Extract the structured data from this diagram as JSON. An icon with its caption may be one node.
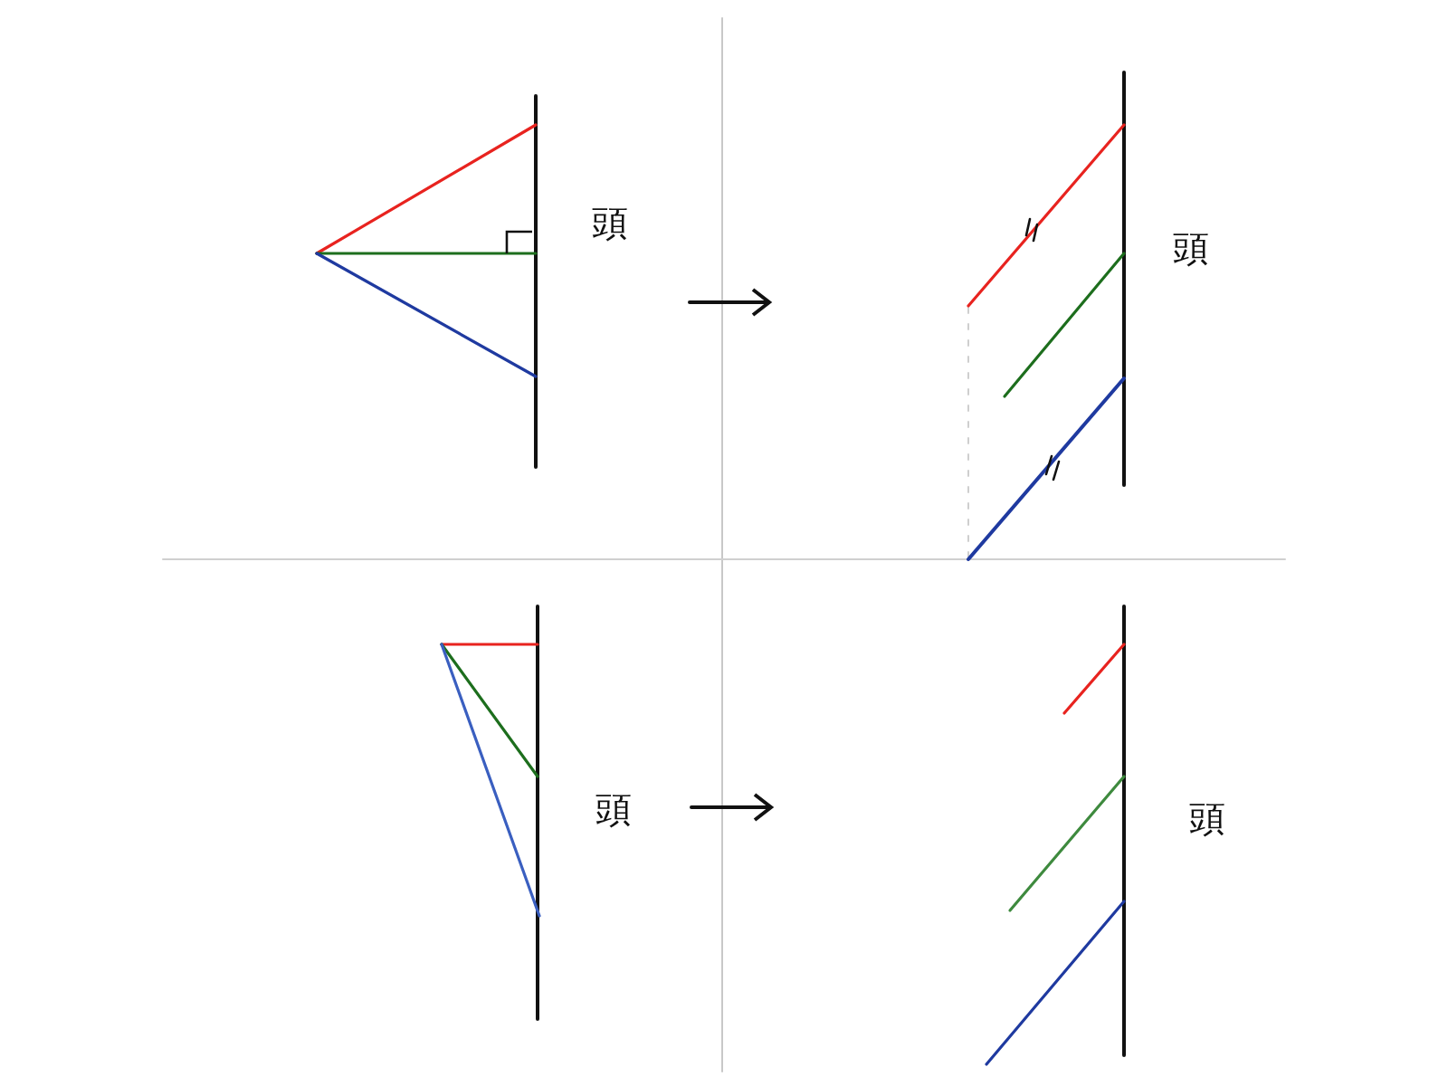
{
  "diagram": {
    "labels": [
      "頭",
      "頭",
      "頭",
      "頭"
    ]
  }
}
